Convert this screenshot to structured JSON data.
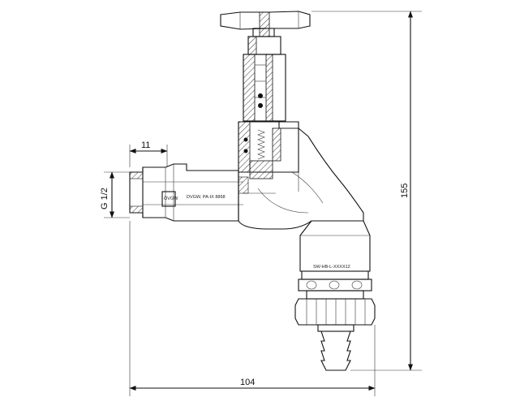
{
  "drawing": {
    "dimensions": {
      "thread_length": "11",
      "thread_size": "G 1/2",
      "total_height": "155",
      "total_width": "104"
    },
    "markings": {
      "body_text": "DVGW, PA-IX 8868",
      "badge_text": "ÖVGW",
      "ring_text": "SW-HB-L-XXXX12"
    }
  }
}
